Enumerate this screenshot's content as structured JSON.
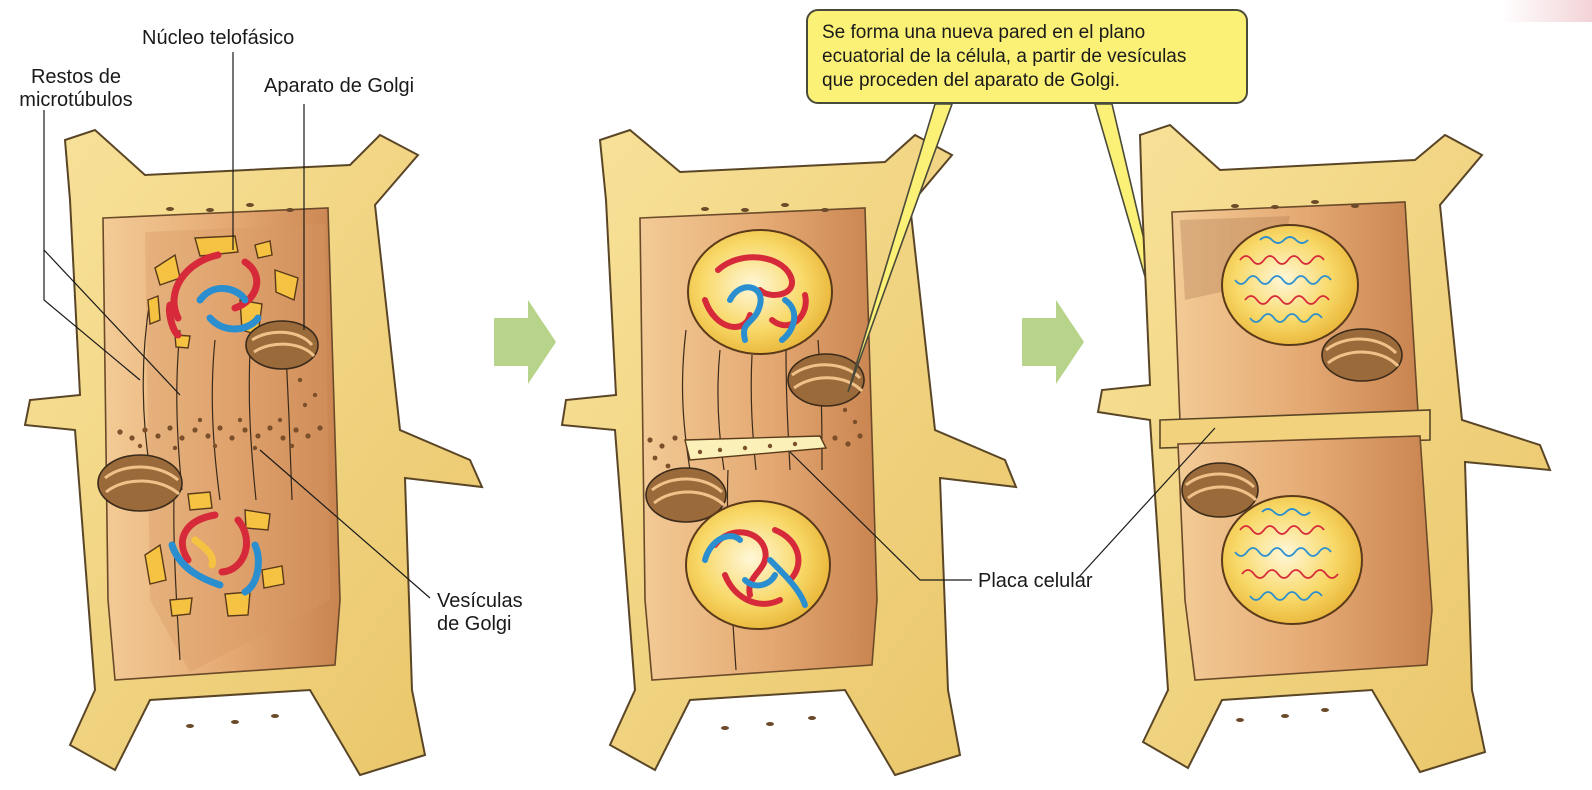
{
  "labels": {
    "nucleo": "Núcleo telofásico",
    "restos_l1": "Restos de",
    "restos_l2": "microtúbulos",
    "aparato": "Aparato de Golgi",
    "vesiculas_l1": "Vesículas",
    "vesiculas_l2": "de Golgi",
    "placa": "Placa celular"
  },
  "callout": {
    "line1": "Se forma una nueva pared en el plano",
    "line2": "ecuatorial de la célula, a partir de vesículas",
    "line3": "que proceden del aparato de Golgi."
  },
  "colors": {
    "wall": "#f2d27c",
    "wall_dark": "#c9a44e",
    "interior": "#e7b27c",
    "interior_dark": "#c8864f",
    "golgi": "#9a6a3a",
    "nucleus_fill": "#f7cf55",
    "chromosome_red": "#d62a3a",
    "chromosome_blue": "#2b8fcf",
    "arrow": "#b7d48a",
    "callout_bg": "#fbf176"
  }
}
